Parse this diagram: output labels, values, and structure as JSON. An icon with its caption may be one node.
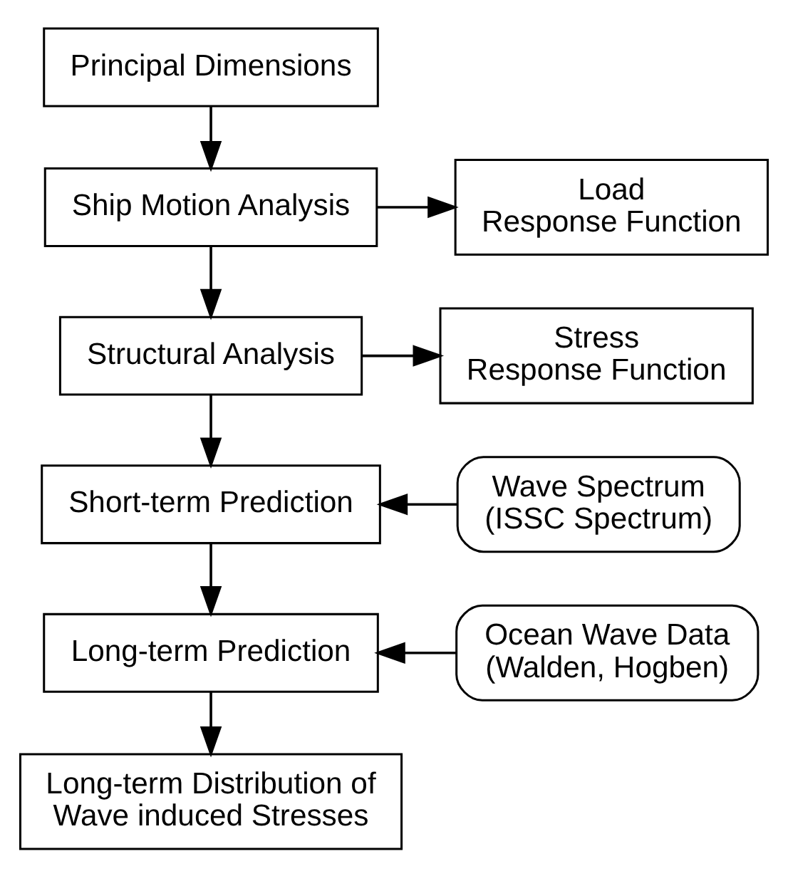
{
  "diagram": {
    "nodes": [
      {
        "text": [
          "Principal Dimensions"
        ]
      },
      {
        "text": [
          "Ship Motion Analysis"
        ]
      },
      {
        "text": [
          "Load Response Function"
        ]
      },
      {
        "text": [
          "Structural Analysis"
        ]
      },
      {
        "text": [
          "Stress Response Function"
        ]
      },
      {
        "text": [
          "Short-term Prediction"
        ]
      },
      {
        "text": [
          "Wave Spectrum (ISSC Spectrum)"
        ]
      },
      {
        "text": [
          "Long-term Prediction"
        ]
      },
      {
        "text": [
          "Ocean Wave Data (Walden, Hogben)"
        ]
      },
      {
        "text": [
          "Long-term Distribution of Wave induced Stresses"
        ]
      }
    ],
    "edges": [
      {
        "from": 0,
        "to": 1,
        "arrow": "to"
      },
      {
        "from": 1,
        "to": 2,
        "arrow": "to"
      },
      {
        "from": 1,
        "to": 3,
        "arrow": "to"
      },
      {
        "from": 3,
        "to": 4,
        "arrow": "to"
      },
      {
        "from": 3,
        "to": 5,
        "arrow": "to"
      },
      {
        "from": 6,
        "to": 5,
        "arrow": "to"
      },
      {
        "from": 5,
        "to": 7,
        "arrow": "to"
      },
      {
        "from": 8,
        "to": 7,
        "arrow": "to"
      },
      {
        "from": 7,
        "to": 9,
        "arrow": "to"
      }
    ]
  }
}
